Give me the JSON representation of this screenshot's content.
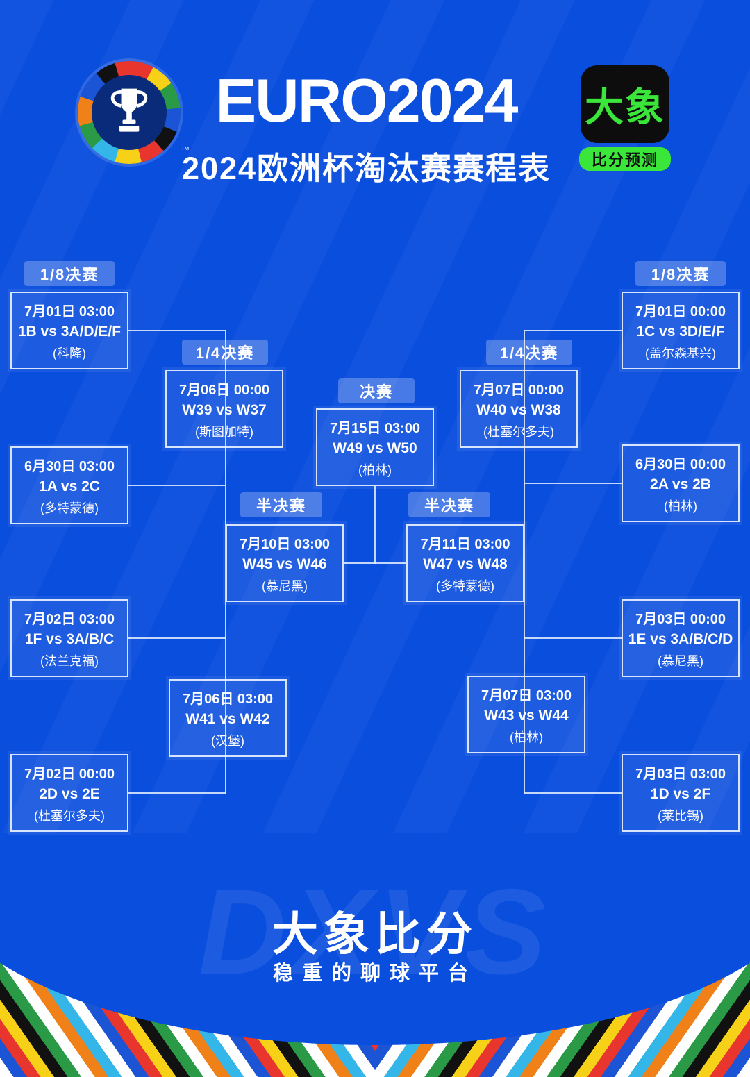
{
  "header": {
    "title": "EURO2024",
    "subtitle": "2024欧洲杯淘汰赛赛程表",
    "tm": "™",
    "badge_top": "大象",
    "badge_bottom": "比分预测"
  },
  "labels": {
    "r16_left": "1/8决赛",
    "r16_right": "1/8决赛",
    "qf_left": "1/4决赛",
    "qf_right": "1/4决赛",
    "sf_left": "半决赛",
    "sf_right": "半决赛",
    "final": "决赛"
  },
  "matches": {
    "r16_l1": {
      "date": "7月01日 03:00",
      "teams": "1B vs 3A/D/E/F",
      "venue": "(科隆)"
    },
    "r16_l2": {
      "date": "6月30日 03:00",
      "teams": "1A vs 2C",
      "venue": "(多特蒙德)"
    },
    "r16_l3": {
      "date": "7月02日 03:00",
      "teams": "1F vs 3A/B/C",
      "venue": "(法兰克福)"
    },
    "r16_l4": {
      "date": "7月02日 00:00",
      "teams": "2D vs 2E",
      "venue": "(杜塞尔多夫)"
    },
    "r16_r1": {
      "date": "7月01日 00:00",
      "teams": "1C vs 3D/E/F",
      "venue": "(盖尔森基兴)"
    },
    "r16_r2": {
      "date": "6月30日 00:00",
      "teams": "2A vs 2B",
      "venue": "(柏林)"
    },
    "r16_r3": {
      "date": "7月03日 00:00",
      "teams": "1E vs 3A/B/C/D",
      "venue": "(慕尼黑)"
    },
    "r16_r4": {
      "date": "7月03日 03:00",
      "teams": "1D vs 2F",
      "venue": "(莱比锡)"
    },
    "qf_l1": {
      "date": "7月06日 00:00",
      "teams": "W39 vs W37",
      "venue": "(斯图加特)"
    },
    "qf_l2": {
      "date": "7月06日 03:00",
      "teams": "W41 vs W42",
      "venue": "(汉堡)"
    },
    "qf_r1": {
      "date": "7月07日 00:00",
      "teams": "W40 vs W38",
      "venue": "(杜塞尔多夫)"
    },
    "qf_r2": {
      "date": "7月07日 03:00",
      "teams": "W43 vs W44",
      "venue": "(柏林)"
    },
    "sf_l": {
      "date": "7月10日 03:00",
      "teams": "W45 vs W46",
      "venue": "(慕尼黑)"
    },
    "sf_r": {
      "date": "7月11日 03:00",
      "teams": "W47 vs W48",
      "venue": "(多特蒙德)"
    },
    "final": {
      "date": "7月15日 03:00",
      "teams": "W49 vs W50",
      "venue": "(柏林)"
    }
  },
  "footer": {
    "watermark": "DXVS",
    "brand": "大象比分",
    "slogan": "稳重的聊球平台"
  },
  "colors": {
    "background": "#0a4ede",
    "accent_green": "#39e639",
    "box_border": "#ecf4ff"
  }
}
